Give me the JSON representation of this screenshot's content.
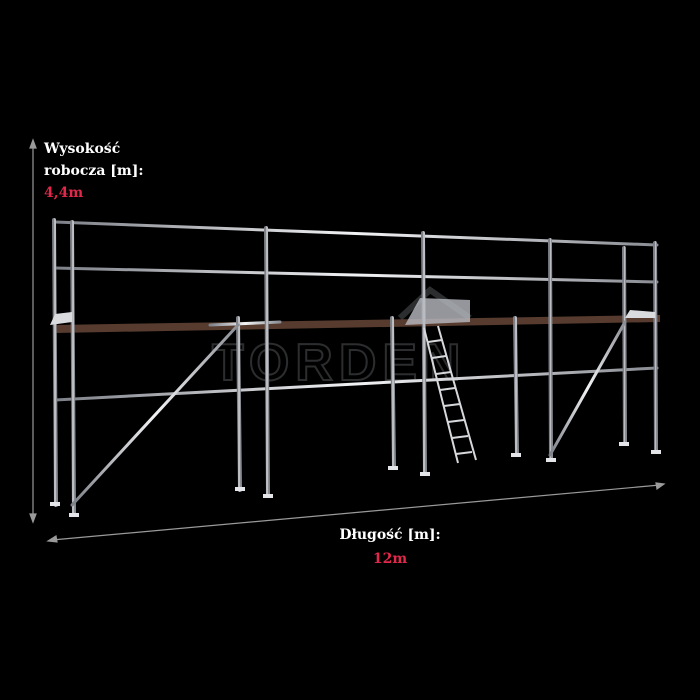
{
  "height": {
    "label_line1": "Wysokość",
    "label_line2": "robocza [m]:",
    "value": "4,4m"
  },
  "length": {
    "label": "Długość [m]:",
    "value": "12m"
  },
  "watermark": {
    "text": "TORDEN"
  },
  "colors": {
    "background": "#000000",
    "value_accent": "#e0284a",
    "label_text": "#ffffff",
    "metal": "#c9ccd1",
    "dimension_line": "#9a9a9a",
    "plank": "#6b4a3a"
  }
}
